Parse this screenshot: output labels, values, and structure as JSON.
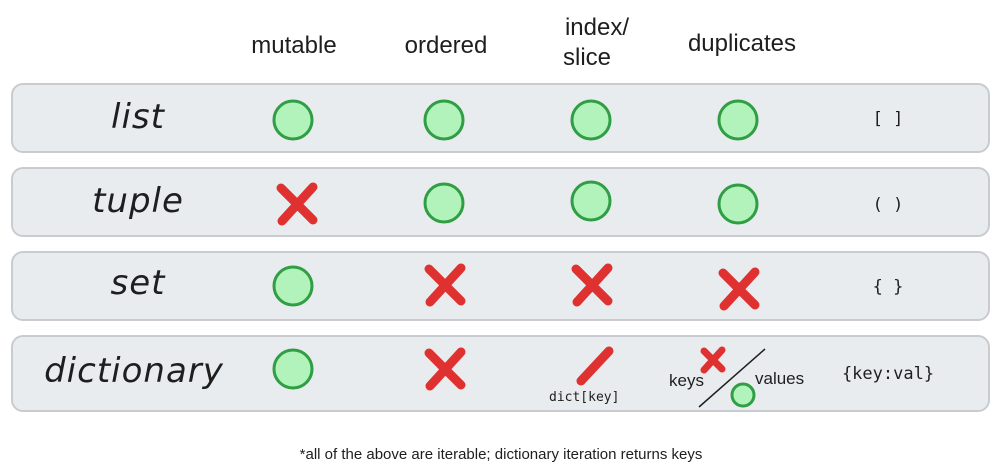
{
  "headers": {
    "mutable": "mutable",
    "ordered": "ordered",
    "index_line1": "index/",
    "index_line2": "slice",
    "duplicates": "duplicates"
  },
  "rows": [
    {
      "label": "list",
      "mutable": "yes",
      "ordered": "yes",
      "index_slice": "yes",
      "duplicates": "yes",
      "syntax": "[ ]"
    },
    {
      "label": "tuple",
      "mutable": "no",
      "ordered": "yes",
      "index_slice": "yes",
      "duplicates": "yes",
      "syntax": "( )"
    },
    {
      "label": "set",
      "mutable": "yes",
      "ordered": "no",
      "index_slice": "no",
      "duplicates": "no",
      "syntax": "{ }"
    },
    {
      "label": "dictionary",
      "mutable": "yes",
      "ordered": "no",
      "index_slice": "partial",
      "index_note": "dict[key]",
      "duplicates": "split",
      "dup_keys": "keys",
      "dup_values": "values",
      "syntax": "{key:val}"
    }
  ],
  "footnote": "*all of the above are iterable; dictionary iteration returns keys",
  "colors": {
    "yes_fill": "#b2f2bb",
    "yes_stroke": "#2f9e44",
    "no": "#e03131",
    "row_bg": "#e9ecef",
    "row_border": "#c8ccd1"
  },
  "icons": {
    "yes": "green-circle-icon",
    "no": "red-x-icon",
    "partial": "red-slash-icon"
  }
}
